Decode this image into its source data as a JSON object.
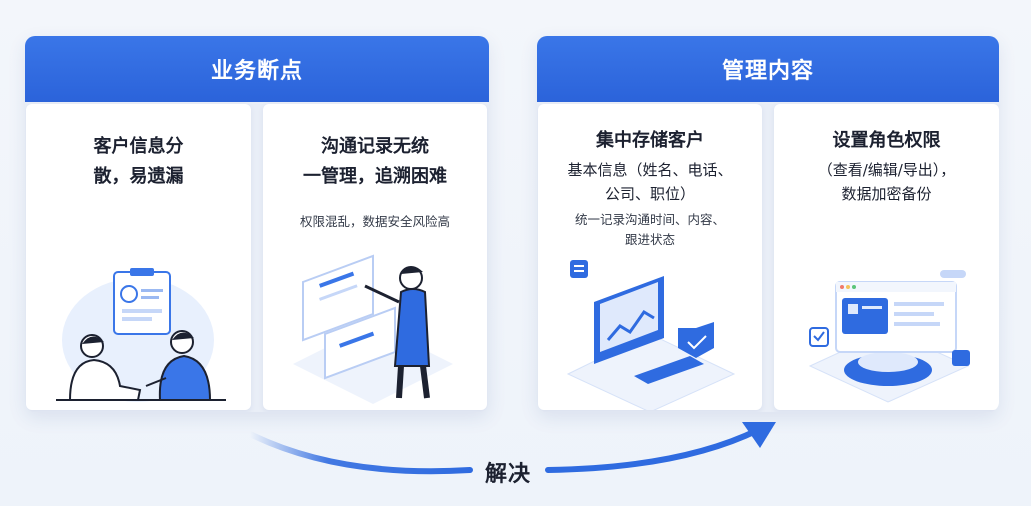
{
  "left_panel": {
    "header": "业务断点",
    "cards": [
      {
        "title_lines": [
          "客户信息分",
          "散，易遗漏"
        ]
      },
      {
        "title_lines": [
          "沟通记录无统",
          "一管理，追溯困难"
        ],
        "sub": "权限混乱，数据安全风险高"
      }
    ]
  },
  "right_panel": {
    "header": "管理内容",
    "cards": [
      {
        "title": "集中存储客户",
        "detail_lines": [
          "基本信息（姓名、电话、",
          "公司、职位）"
        ],
        "sub_lines": [
          "统一记录沟通时间、内容、",
          "跟进状态"
        ]
      },
      {
        "title": "设置角色权限",
        "detail_lines": [
          "（查看/编辑/导出），",
          "数据加密备份"
        ]
      }
    ]
  },
  "transition_label": "解决",
  "colors": {
    "primary": "#2f6be0",
    "header_dark": "#2b63da",
    "card_bg": "#ffffff",
    "panel_bg": "#e9eef7"
  }
}
